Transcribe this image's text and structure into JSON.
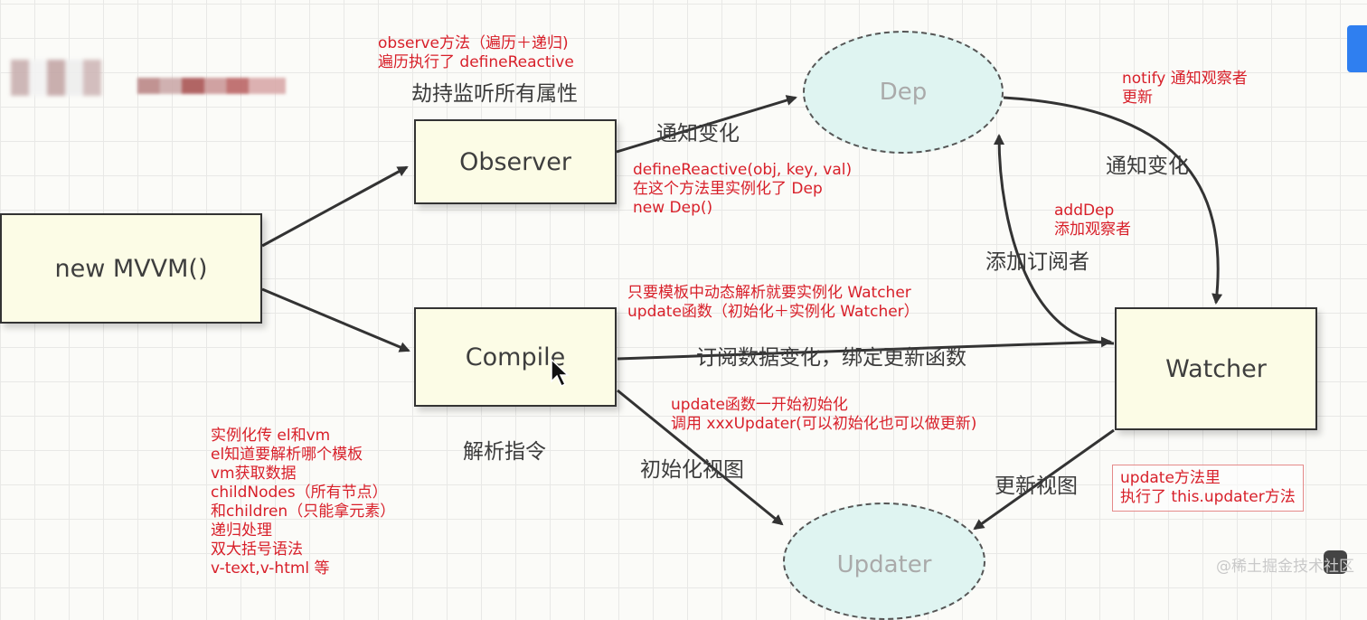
{
  "nodes": {
    "mvvm": "new MVVM()",
    "observer": "Observer",
    "compile": "Compile",
    "dep": "Dep",
    "watcher": "Watcher",
    "updater": "Updater"
  },
  "edge_labels": {
    "hijack": "劫持监听所有属性",
    "notify_change_1": "通知变化",
    "notify_change_2": "通知变化",
    "add_subscriber": "添加订阅者",
    "subscribe": "订阅数据变化，绑定更新函数",
    "parse_directive": "解析指令",
    "init_view": "初始化视图",
    "update_view": "更新视图"
  },
  "notes": {
    "observe": [
      "observe方法（遍历＋递归)",
      "遍历执行了 defineReactive"
    ],
    "define_reactive": [
      "defineReactive(obj, key, val)",
      "在这个方法里实例化了 Dep",
      "new Dep()"
    ],
    "notify": [
      "notify 通知观察者",
      "更新"
    ],
    "add_dep": [
      "addDep",
      "添加观察者"
    ],
    "watcher_instance": [
      "只要模板中动态解析就要实例化 Watcher",
      "update函数（初始化＋实例化 Watcher）"
    ],
    "update_init": [
      "update函数一开始初始化",
      "调用 xxxUpdater(可以初始化也可以做更新)"
    ],
    "compile_detail": [
      "实例化传 el和vm",
      "el知道要解析哪个模板",
      "vm获取数据",
      "childNodes（所有节点）",
      "和children（只能拿元素）",
      "递归处理",
      "双大括号语法",
      "v-text,v-html 等"
    ],
    "update_method": [
      "update方法里",
      "执行了 this.updater方法"
    ]
  },
  "watermark": "@稀土掘金技术社区",
  "colors": {
    "note_red": "#d8202a",
    "box_fill": "#fcfce6",
    "ellipse_fill": "#dff4f1"
  }
}
